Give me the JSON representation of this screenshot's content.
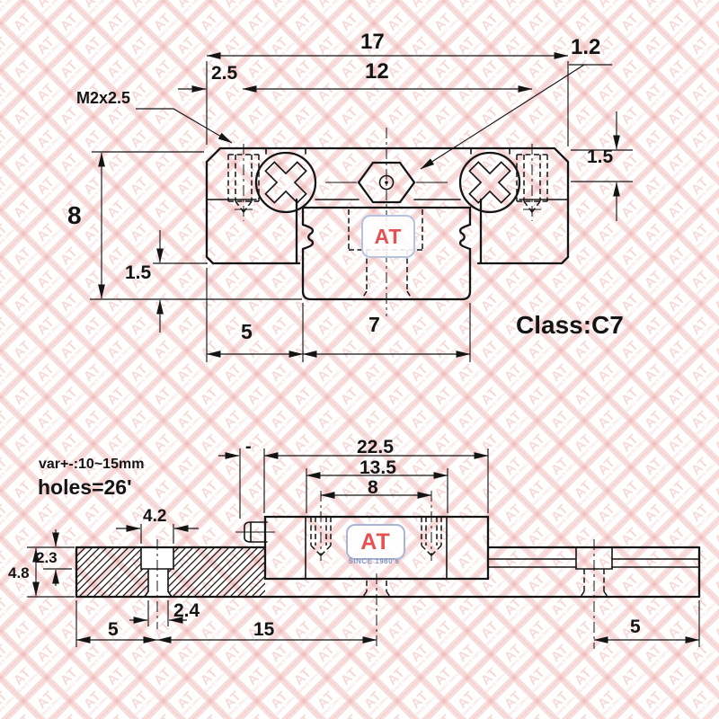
{
  "watermark": {
    "text": "AT",
    "subtext": "SINCE 1980's"
  },
  "front_view": {
    "dims": {
      "total_width": "17",
      "hole_pitch": "12",
      "edge_to_hole": "2.5",
      "nipple_protrusion": "1.2",
      "thread_callout": "M2x2.5",
      "total_height": "8",
      "bottom_clearance": "1.5",
      "top_to_axis": "1.5",
      "rail_to_edge": "5",
      "rail_width": "7"
    },
    "class_label": "Class:C7",
    "logo_text": "AT"
  },
  "side_view": {
    "dims": {
      "block_length": "22.5",
      "body_length": "13.5",
      "block_hole_pitch": "8",
      "nipple_dim": "-",
      "counterbore_dia": "4.2",
      "counterbore_depth": "2.3",
      "rail_height": "4.8",
      "hole_dia": "2.4",
      "end_to_first_hole": "5",
      "rail_hole_pitch": "15",
      "last_hole_to_end": "5"
    },
    "notes": {
      "variation": "var+-:10~15mm",
      "holes": "holes=26'"
    },
    "logo_text": "AT",
    "logo_subtext": "SINCE 1980's"
  }
}
